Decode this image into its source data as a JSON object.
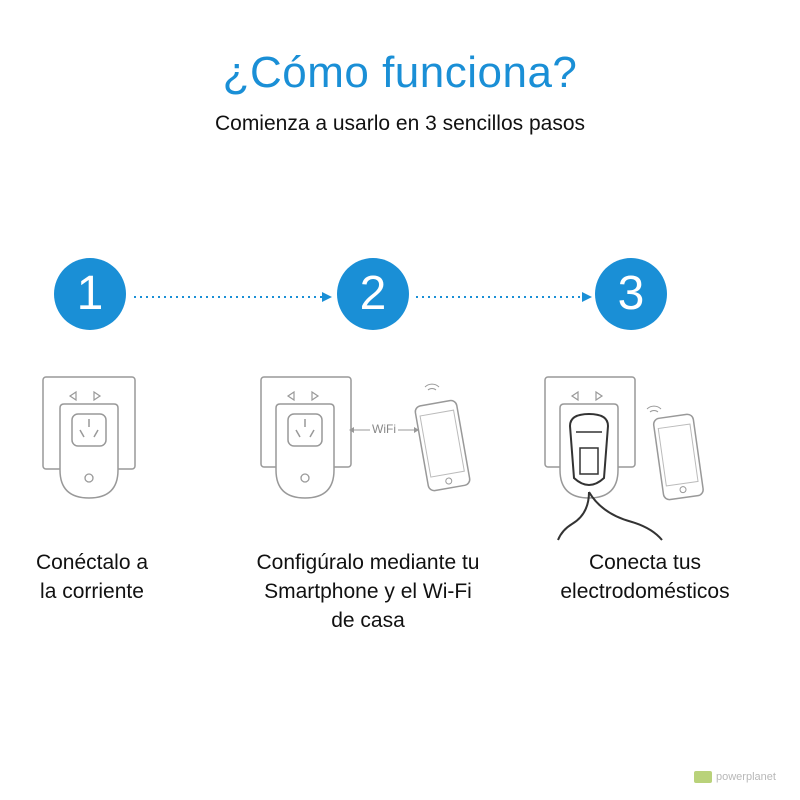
{
  "header": {
    "title": "¿Cómo funciona?",
    "subtitle": "Comienza a usarlo en 3 sencillos pasos"
  },
  "steps": [
    {
      "number": "1",
      "caption_line1": "Conéctalo a",
      "caption_line2": "la corriente",
      "caption_line3": ""
    },
    {
      "number": "2",
      "caption_line1": "Configúralo mediante tu",
      "caption_line2": "Smartphone y el Wi-Fi",
      "caption_line3": "de casa",
      "wifi_label": "WiFi"
    },
    {
      "number": "3",
      "caption_line1": "Conecta tus",
      "caption_line2": "electrodomésticos",
      "caption_line3": ""
    }
  ],
  "watermark": {
    "text": "powerplanet"
  },
  "colors": {
    "accent": "#1a8fd6",
    "line": "#888888"
  },
  "icons": [
    "plug-socket-icon",
    "smartphone-icon",
    "wifi-signal-icon",
    "power-cord-icon",
    "arrow-right-icon"
  ]
}
